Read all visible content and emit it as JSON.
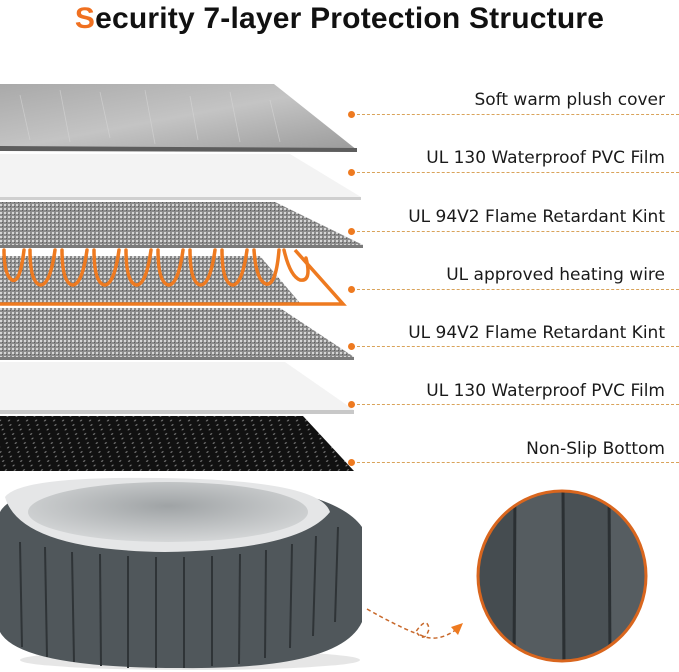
{
  "title": {
    "accent_letter": "S",
    "rest": "ecurity 7-layer Protection Structure",
    "accent_color": "#f07020"
  },
  "layers": [
    {
      "label": "Soft warm plush cover",
      "material": "plush",
      "color": "#b8b8b8"
    },
    {
      "label": "UL 130 Waterproof PVC Film",
      "material": "film",
      "color": "#f1f1f1"
    },
    {
      "label": "UL 94V2 Flame Retardant Kint",
      "material": "knit",
      "color": "#8a8a8a"
    },
    {
      "label": "UL approved heating wire",
      "material": "heating-wire",
      "color": "#ee7a20"
    },
    {
      "label": "UL 94V2 Flame Retardant Kint",
      "material": "knit",
      "color": "#8a8a8a"
    },
    {
      "label": "UL 130 Waterproof PVC Film",
      "material": "film",
      "color": "#f1f1f1"
    },
    {
      "label": "Non-Slip Bottom",
      "material": "non-slip",
      "color": "#121212"
    }
  ],
  "leader_color": "#ee7a20",
  "product": {
    "bed_outer_color": "#4f5559",
    "bed_inner_color": "#c9cbcc",
    "detail_ring_color": "#d9661e"
  }
}
